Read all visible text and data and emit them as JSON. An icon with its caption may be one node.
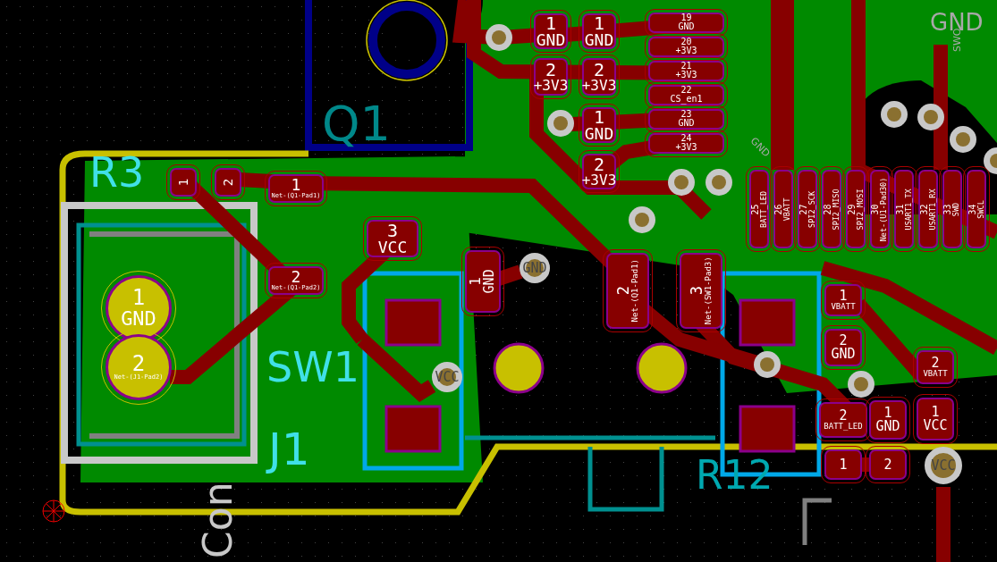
{
  "diagram": {
    "nodes": [
      {
        "text": [
          "1",
          "GND"
        ]
      },
      {
        "text": [
          "1",
          "GND"
        ]
      },
      {
        "text": [
          "2",
          "+3V3"
        ]
      },
      {
        "text": [
          "2",
          "+3V3"
        ]
      },
      {
        "text": [
          "1",
          "GND"
        ]
      },
      {
        "text": [
          "2",
          "+3V3"
        ]
      },
      {
        "text": [
          "19",
          "GND"
        ]
      },
      {
        "text": [
          "20",
          "+3V3"
        ]
      },
      {
        "text": [
          "21",
          "+3V3"
        ]
      },
      {
        "text": [
          "22",
          "CS_en1"
        ]
      },
      {
        "text": [
          "23",
          "GND"
        ]
      },
      {
        "text": [
          "24",
          "+3V3"
        ]
      },
      {
        "text": [
          "25",
          "BATT_LED"
        ]
      },
      {
        "text": [
          "26",
          "VBATT"
        ]
      },
      {
        "text": [
          "27",
          "SPI2_SCK"
        ]
      },
      {
        "text": [
          "28",
          "SPI2_MISO"
        ]
      },
      {
        "text": [
          "29",
          "SPI2_MOSI"
        ]
      },
      {
        "text": [
          "30",
          "Net-(U1-Pad30)"
        ]
      },
      {
        "text": [
          "31",
          "USART1_TX"
        ]
      },
      {
        "text": [
          "32",
          "USART1_RX"
        ]
      },
      {
        "text": [
          "33",
          "SWD"
        ]
      },
      {
        "text": [
          "34",
          "SWCL"
        ]
      },
      {
        "text": [
          "1"
        ]
      },
      {
        "text": [
          "2"
        ]
      },
      {
        "text": [
          "1",
          "Net-(Q1-Pad1)"
        ]
      },
      {
        "text": [
          "3",
          "VCC"
        ]
      },
      {
        "text": [
          "2",
          "Net-(Q1-Pad2)"
        ]
      },
      {
        "text": [
          "1",
          "GND"
        ]
      },
      {
        "text": [
          "GND"
        ]
      },
      {
        "text": [
          "2",
          "Net-(Q1-Pad1)"
        ]
      },
      {
        "text": [
          "3",
          "Net-(SW1-Pad3)"
        ]
      },
      {
        "text": [
          "1",
          "GND"
        ]
      },
      {
        "text": [
          "2",
          "Net-(J1-Pad2)"
        ]
      },
      {
        "text": [
          "VCC"
        ]
      },
      {
        "text": [
          "1",
          "VBATT"
        ]
      },
      {
        "text": [
          "2",
          "GND"
        ]
      },
      {
        "text": [
          "2",
          "VBATT"
        ]
      },
      {
        "text": [
          "2",
          "BATT_LED"
        ]
      },
      {
        "text": [
          "1",
          "GND"
        ]
      },
      {
        "text": [
          "1",
          "VCC"
        ]
      },
      {
        "text": [
          "1"
        ]
      },
      {
        "text": [
          "2"
        ]
      },
      {
        "text": [
          "VCC"
        ]
      }
    ],
    "labels": [
      "GND",
      "SWO",
      "Q1",
      "R3",
      "GND",
      "SW1",
      "J1",
      "R12",
      "Con"
    ]
  }
}
